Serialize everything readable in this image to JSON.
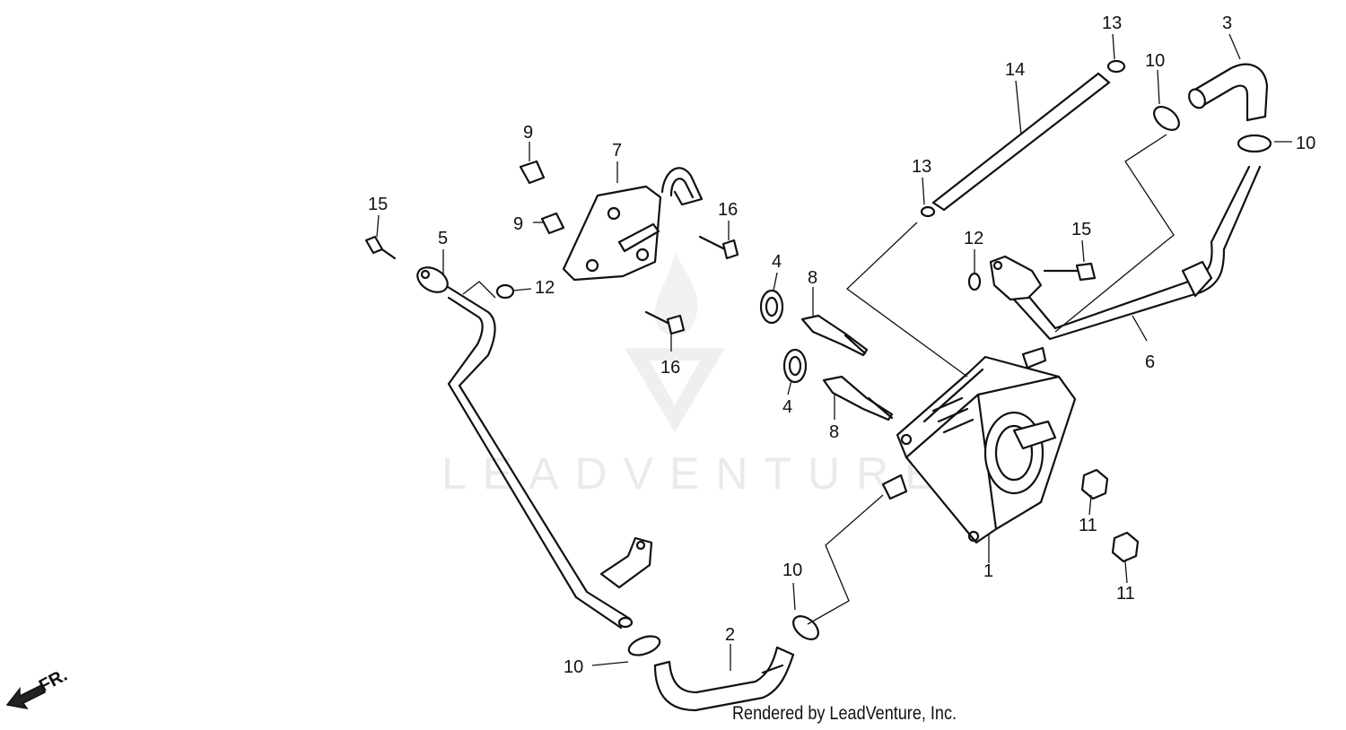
{
  "callouts": [
    "1",
    "2",
    "3",
    "4",
    "4",
    "5",
    "6",
    "7",
    "8",
    "8",
    "9",
    "9",
    "10",
    "10",
    "10",
    "10",
    "11",
    "11",
    "12",
    "12",
    "13",
    "13",
    "14",
    "15",
    "15",
    "16",
    "16"
  ],
  "watermark": {
    "text": "LEADVENTURE"
  },
  "front_indicator": "FR.",
  "credit": "Rendered by LeadVenture, Inc."
}
